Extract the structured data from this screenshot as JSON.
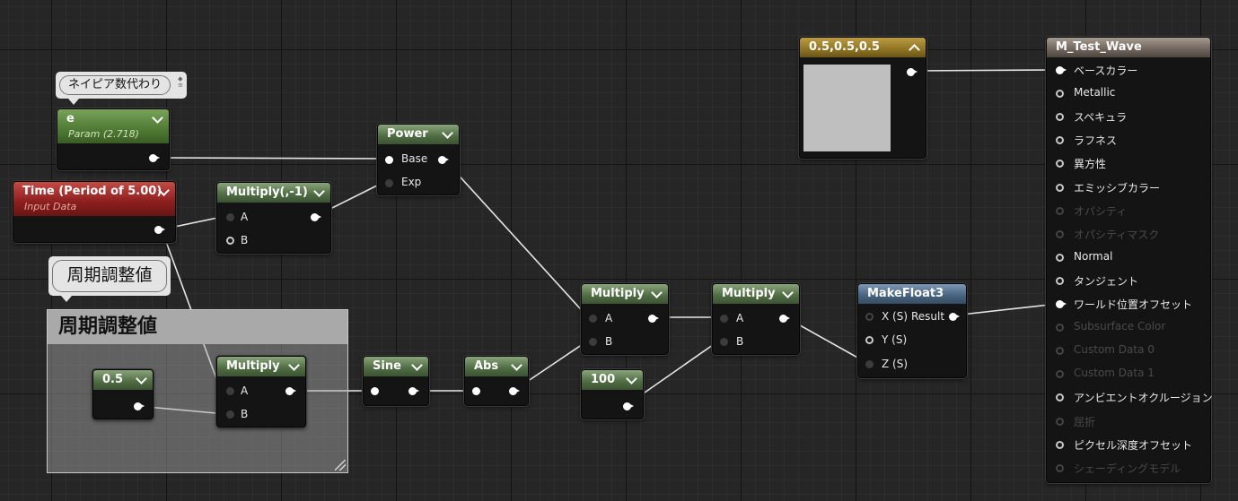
{
  "nodes": {
    "e_param": {
      "title": "e",
      "subtitle": "Param (2.718)",
      "comment": "ネイピア数代わり"
    },
    "time": {
      "title": "Time (Period of 5.00)",
      "subtitle": "Input Data"
    },
    "multiply_neg": {
      "title": "Multiply(,-1)",
      "pins": {
        "a": "A",
        "b": "B"
      }
    },
    "power": {
      "title": "Power",
      "pins": {
        "base": "Base",
        "exp": "Exp"
      }
    },
    "comment_box": {
      "title": "周期調整値",
      "bubble": "周期調整値"
    },
    "const_05": {
      "title": "0.5"
    },
    "multiply_period": {
      "title": "Multiply",
      "pins": {
        "a": "A",
        "b": "B"
      }
    },
    "sine": {
      "title": "Sine"
    },
    "abs": {
      "title": "Abs"
    },
    "multiply_1": {
      "title": "Multiply",
      "pins": {
        "a": "A",
        "b": "B"
      }
    },
    "multiply_2": {
      "title": "Multiply",
      "pins": {
        "a": "A",
        "b": "B"
      }
    },
    "const_100": {
      "title": "100"
    },
    "makefloat3": {
      "title": "MakeFloat3",
      "pins": {
        "x": "X (S)",
        "y": "Y (S)",
        "z": "Z (S)",
        "result": "Result"
      }
    },
    "vector": {
      "title": "0.5,0.5,0.5",
      "swatch_color": "#bfbfbf"
    },
    "result": {
      "title": "M_Test_Wave",
      "pins": [
        "ベースカラー",
        "Metallic",
        "スペキュラ",
        "ラフネス",
        "異方性",
        "エミッシブカラー",
        "オパシティ",
        "オパシティマスク",
        "Normal",
        "タンジェント",
        "ワールド位置オフセット",
        "Subsurface Color",
        "Custom Data 0",
        "Custom Data 1",
        "アンビエントオクルージョン",
        "屈折",
        "ピクセル深度オフセット",
        "シェーディングモデル"
      ],
      "pin_states": [
        "connected",
        "open",
        "open",
        "open",
        "open",
        "open",
        "disabled",
        "disabled",
        "open",
        "open",
        "connected",
        "disabled",
        "disabled",
        "disabled",
        "open",
        "disabled",
        "open",
        "disabled"
      ]
    }
  },
  "colors": {
    "param_header": "#4f7a34",
    "time_header": "#8b1e1e",
    "math_header": "#4e6b42",
    "makefloat_header": "#47627e",
    "vector_header": "#8e7322",
    "result_header": "#6e645c"
  }
}
